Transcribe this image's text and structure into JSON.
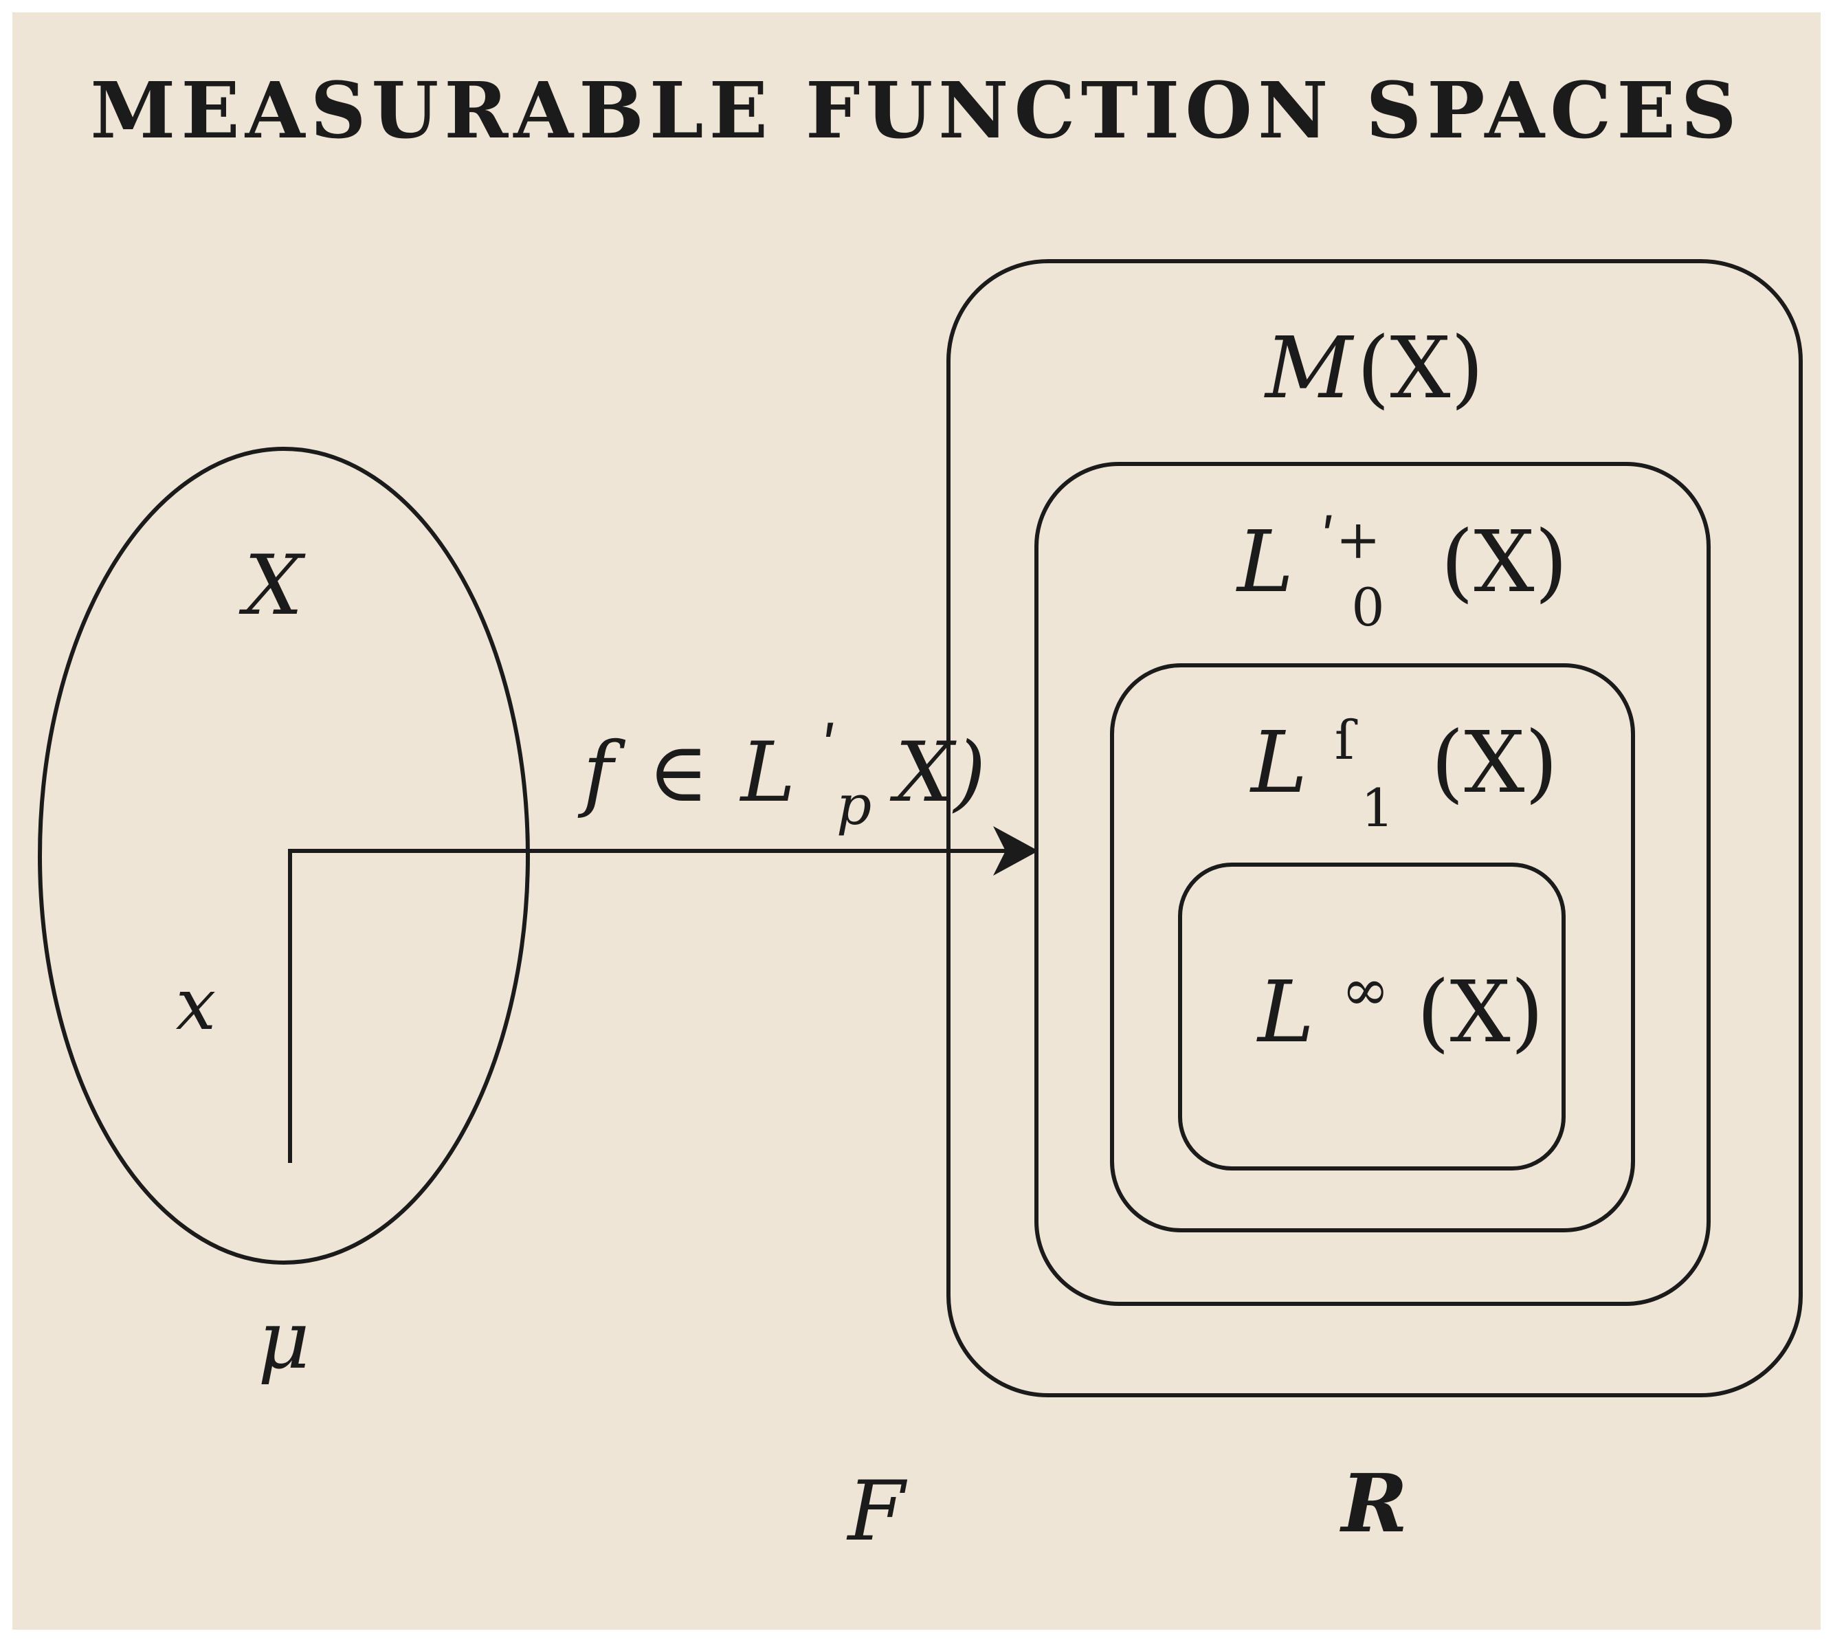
{
  "title": "MEASURABLE FUNCTION SPACES",
  "colors": {
    "background": "#efe5d6",
    "ink": "#1b1b1b"
  },
  "space": {
    "label": "X",
    "point_label": "x",
    "measure_label": "μ"
  },
  "mapping": {
    "fn": "f",
    "member": "∈",
    "space_L": "L",
    "prime": "ʹ",
    "subscript": "p",
    "tail": "X)"
  },
  "nested_spaces": [
    {
      "base": "M",
      "sup": "",
      "sub": "",
      "arg": "(X)"
    },
    {
      "base": "L",
      "sup": "ʹ+",
      "sub": "0",
      "arg": "(X)"
    },
    {
      "base": "L",
      "sup": "ſ",
      "sub": "1",
      "arg": "(X)"
    },
    {
      "base": "L",
      "sup": "∞",
      "sub": "",
      "arg": "(X)"
    }
  ],
  "bottom_labels": {
    "left": "F",
    "right": "R"
  }
}
